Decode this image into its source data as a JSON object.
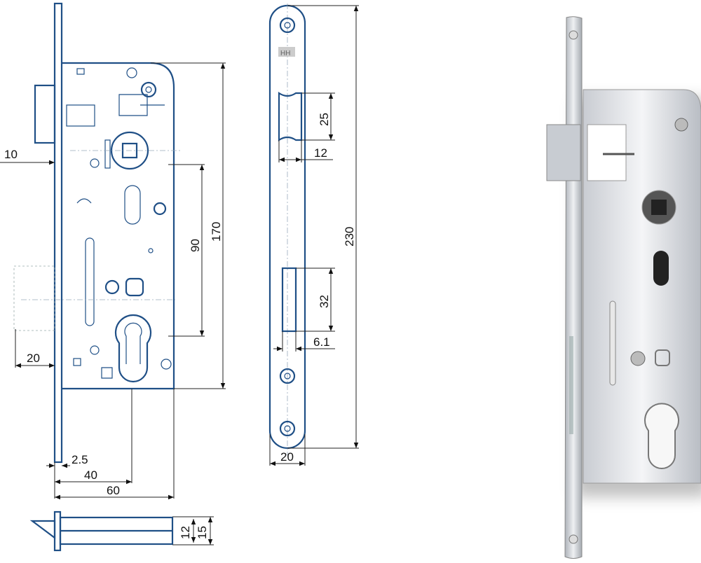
{
  "dimensions": {
    "backset_latch_projection": "10",
    "bolt_projection": "20",
    "faceplate_thickness": "2.5",
    "backset": "40",
    "case_depth": "60",
    "spindle_to_cylinder": "90",
    "case_height": "170",
    "latch_height": "25",
    "latch_width": "12",
    "faceplate_length": "230",
    "bolt_height": "32",
    "bolt_width": "6.1",
    "faceplate_width": "20",
    "case_thickness": "12",
    "total_thickness": "15"
  },
  "faceplate_marking": "HH"
}
